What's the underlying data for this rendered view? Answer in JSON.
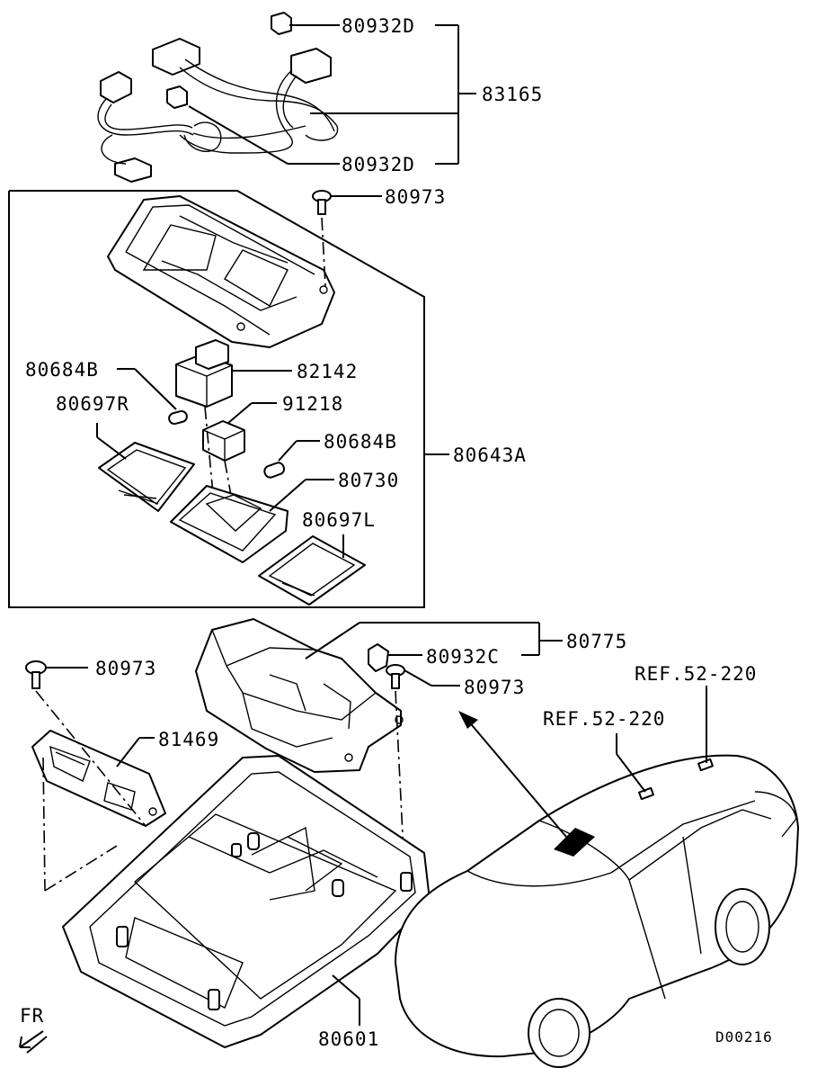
{
  "labels": {
    "p80932D_top": "80932D",
    "p83165": "83165",
    "p80932D_bottom": "80932D",
    "p80973_a": "80973",
    "p82142": "82142",
    "p80684B_left": "80684B",
    "p91218": "91218",
    "p80697R": "80697R",
    "p80684B_right": "80684B",
    "p80643A": "80643A",
    "p80730": "80730",
    "p80697L": "80697L",
    "p80775": "80775",
    "p80932C": "80932C",
    "p80973_b": "80973",
    "p80973_c": "80973",
    "ref_a": "REF.52-220",
    "ref_b": "REF.52-220",
    "p81469": "81469",
    "p80601": "80601",
    "fr": "FR",
    "drawing_code": "D00216"
  }
}
